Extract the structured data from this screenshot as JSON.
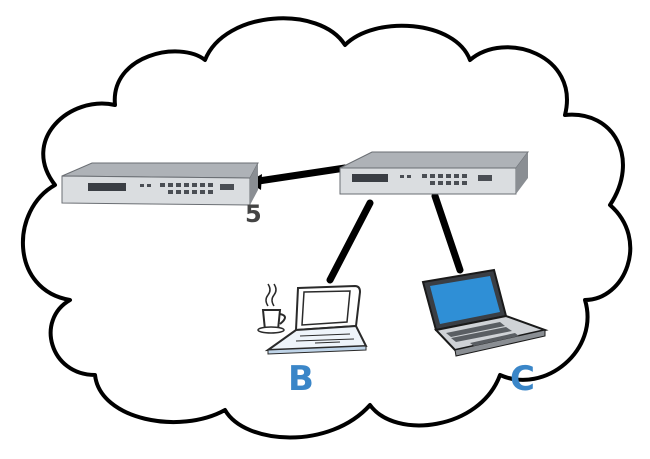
{
  "diagram": {
    "port_label": "5",
    "laptop_b_label": "B",
    "laptop_c_label": "C"
  },
  "colors": {
    "outline": "#000000",
    "label_blue": "#3a86c8",
    "port_label": "#444444",
    "screen_blue": "#2f8fd6",
    "device_body": "#cfd2d6",
    "device_dark": "#5a5e63"
  },
  "icons": [
    "cloud-icon",
    "network-switch-icon",
    "laptop-icon",
    "coffee-mug-icon"
  ]
}
